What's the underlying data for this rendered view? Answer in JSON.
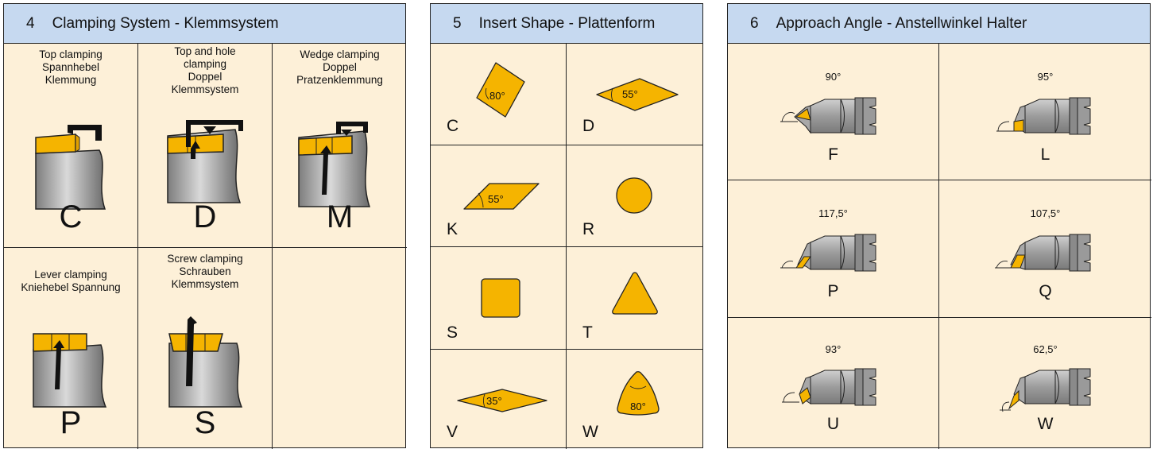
{
  "colors": {
    "insert": "#f5b400",
    "header": "#c6d9f0",
    "panel": "#fdf0d8",
    "holder": "#a8a8a8"
  },
  "clamping": {
    "number": "4",
    "title": "Clamping System - Klemmsystem",
    "items": [
      {
        "lines": [
          "Top clamping",
          "Spannhebel",
          "Klemmung"
        ],
        "code": "C"
      },
      {
        "lines": [
          "Top and hole",
          "clamping",
          "Doppel",
          "Klemmsystem"
        ],
        "code": "D"
      },
      {
        "lines": [
          "Wedge clamping",
          "Doppel",
          "Pratzenklemmung"
        ],
        "code": "M"
      },
      {
        "lines": [
          "Lever clamping",
          "Kniehebel Spannung"
        ],
        "code": "P"
      },
      {
        "lines": [
          "Screw clamping",
          "Schrauben",
          "Klemmsystem"
        ],
        "code": "S"
      }
    ]
  },
  "shape": {
    "number": "5",
    "title": "Insert Shape - Plattenform",
    "items": [
      {
        "code": "C",
        "angle": "80°"
      },
      {
        "code": "D",
        "angle": "55°"
      },
      {
        "code": "K",
        "angle": "55°"
      },
      {
        "code": "R",
        "angle": ""
      },
      {
        "code": "S",
        "angle": ""
      },
      {
        "code": "T",
        "angle": ""
      },
      {
        "code": "V",
        "angle": "35°"
      },
      {
        "code": "W",
        "angle": "80°"
      }
    ]
  },
  "approach": {
    "number": "6",
    "title": "Approach Angle - Anstellwinkel Halter",
    "items": [
      {
        "angle": "90°",
        "code": "F"
      },
      {
        "angle": "95°",
        "code": "L"
      },
      {
        "angle": "117,5°",
        "code": "P"
      },
      {
        "angle": "107,5°",
        "code": "Q"
      },
      {
        "angle": "93°",
        "code": "U"
      },
      {
        "angle": "62,5°",
        "code": "W"
      }
    ]
  }
}
